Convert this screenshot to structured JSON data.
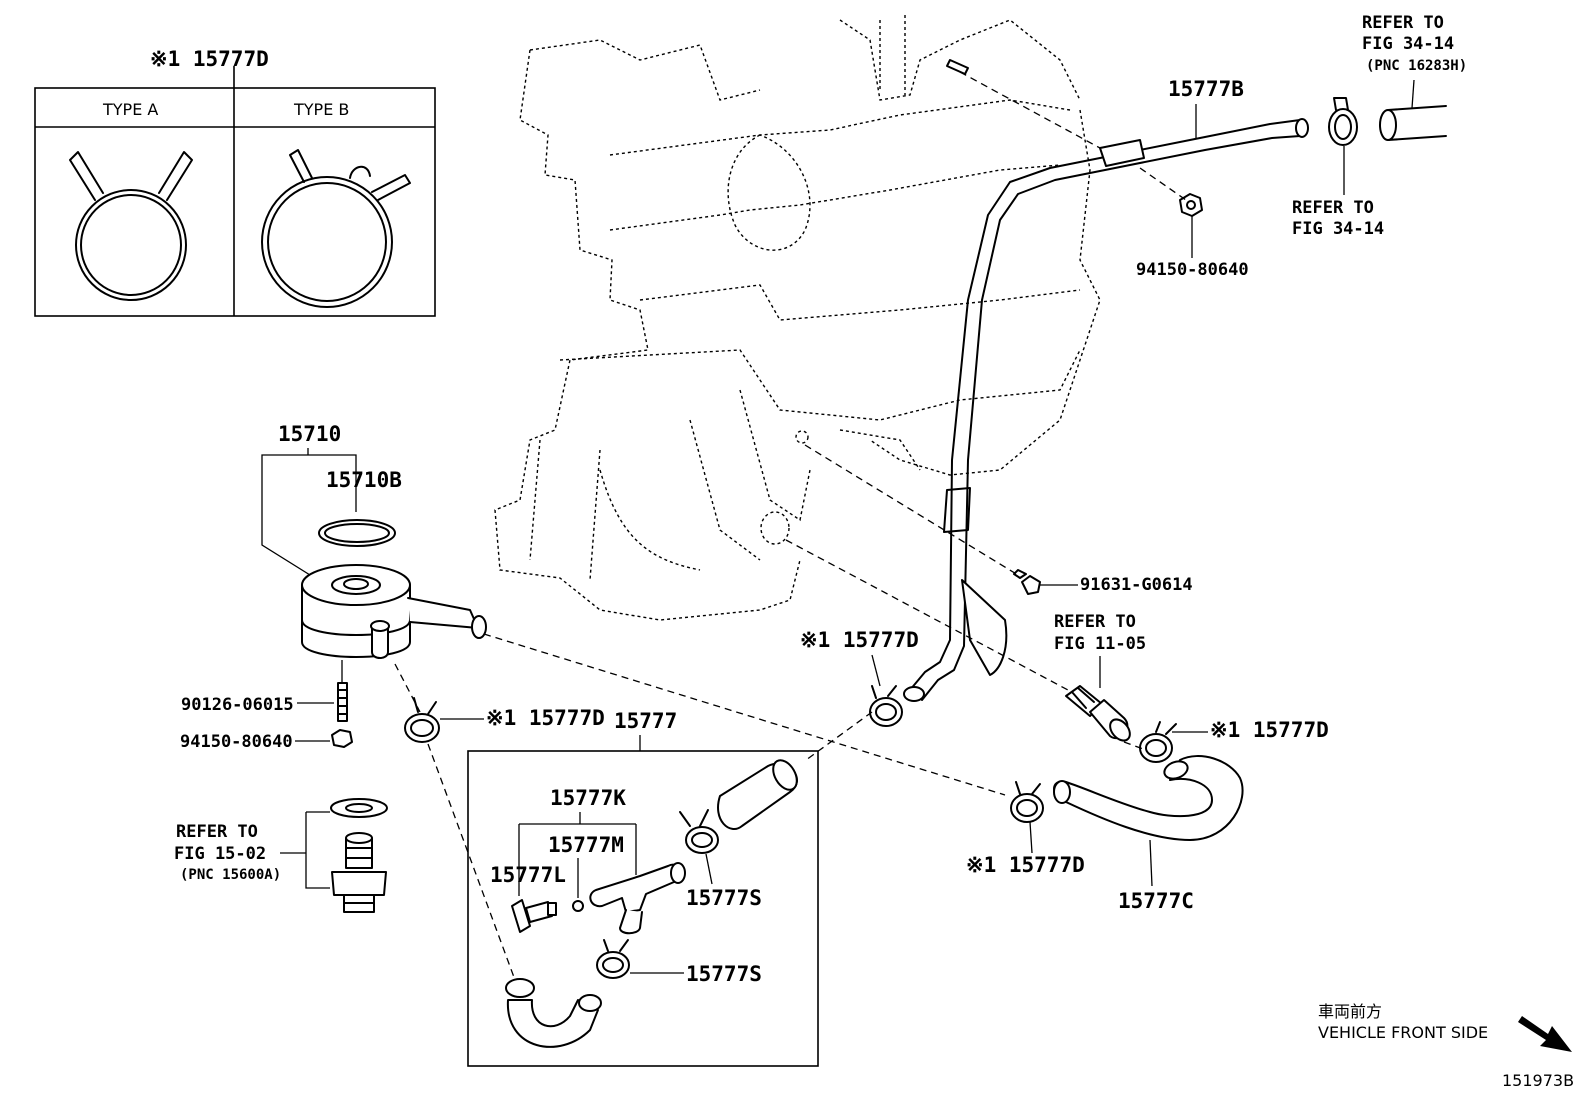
{
  "inset": {
    "title": "※1 15777D",
    "type_a": "TYPE A",
    "type_b": "TYPE B"
  },
  "labels": {
    "p15710": "15710",
    "p15710b": "15710B",
    "p90126": "90126-06015",
    "p94150_left": "94150-80640",
    "fig1502_1": "REFER TO",
    "fig1502_2": "FIG 15-02",
    "fig1502_3": "(PNC 15600A)",
    "clip_mid": "※1 15777D",
    "p15777": "15777",
    "p15777k": "15777K",
    "p15777m": "15777M",
    "p15777l": "15777L",
    "p15777s_1": "15777S",
    "p15777s_2": "15777S",
    "p15777b": "15777B",
    "fig3414a_1": "REFER TO",
    "fig3414a_2": "FIG 34-14",
    "fig3414a_3": "(PNC 16283H)",
    "fig3414b_1": "REFER TO",
    "fig3414b_2": "FIG 34-14",
    "p94150_right": "94150-80640",
    "p91631": "91631-G0614",
    "fig1105_1": "REFER TO",
    "fig1105_2": "FIG 11-05",
    "clip_center": "※1 15777D",
    "clip_right": "※1 15777D",
    "clip_lower": "※1 15777D",
    "p15777c": "15777C",
    "front_jp": "車両前方",
    "front_en": "VEHICLE FRONT SIDE",
    "diagram_id": "151973B"
  }
}
